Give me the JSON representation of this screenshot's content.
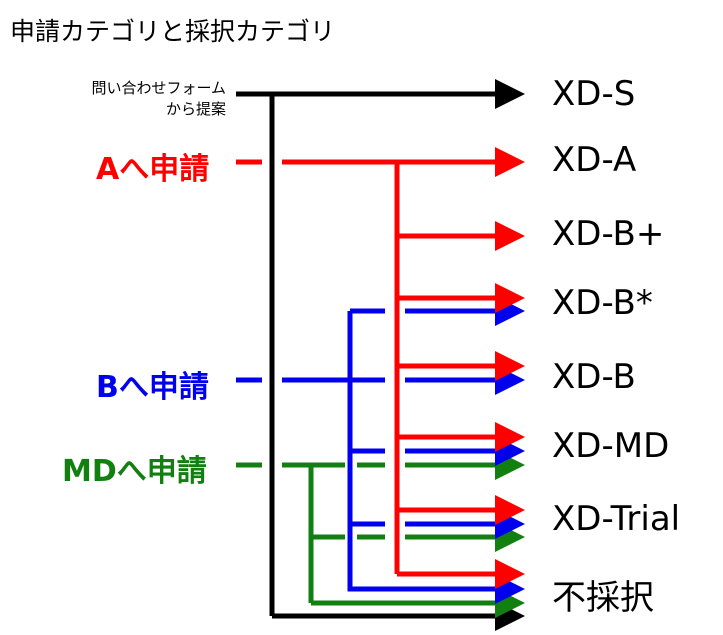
{
  "title": "申請カテゴリと採択カテゴリ",
  "sources": {
    "form": {
      "line1": "問い合わせフォーム",
      "line2": "から提案"
    },
    "a": {
      "label": "Aへ申請",
      "color": "#ff0000"
    },
    "b": {
      "label": "Bへ申請",
      "color": "#0000ee"
    },
    "md": {
      "label": "MDへ申請",
      "color": "#118011"
    }
  },
  "destinations": [
    "XD-S",
    "XD-A",
    "XD-B+",
    "XD-B*",
    "XD-B",
    "XD-MD",
    "XD-Trial",
    "不採択"
  ],
  "colors": {
    "form": "#000000",
    "a": "#ff0000",
    "b": "#0000ee",
    "md": "#118011"
  }
}
